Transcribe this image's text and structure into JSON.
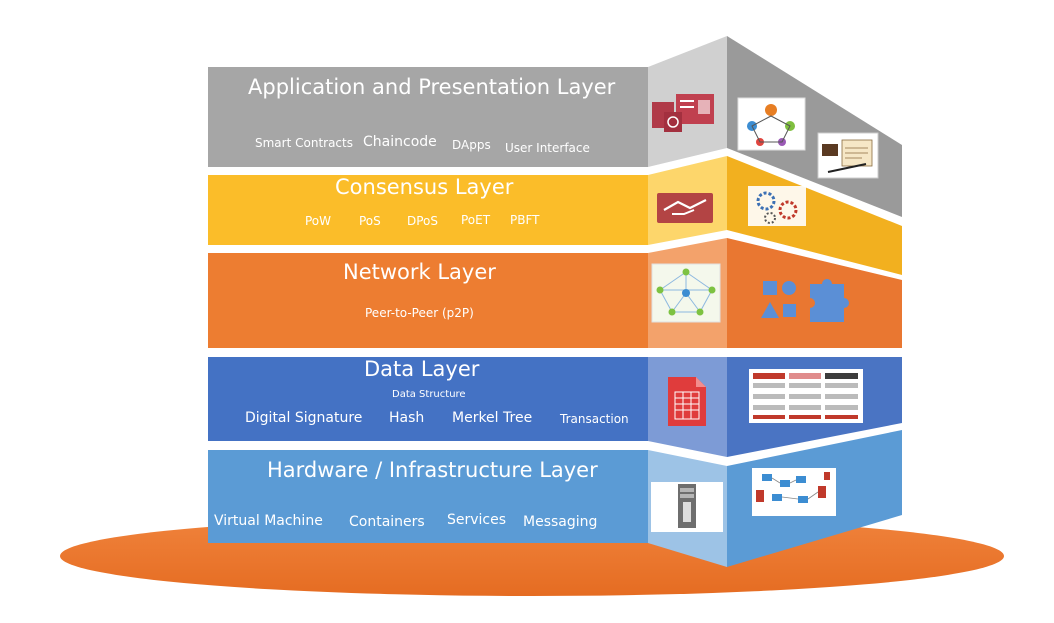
{
  "layers": [
    {
      "title": "Application and Presentation Layer",
      "items": [
        "Smart Contracts",
        "Chaincode",
        "DApps",
        "User Interface"
      ],
      "color": "#A6A6A6",
      "icons": [
        "blocks-icon",
        "people-network-icon",
        "contract-signing-icon"
      ]
    },
    {
      "title": "Consensus Layer",
      "items": [
        "PoW",
        "PoS",
        "DPoS",
        "PoET",
        "PBFT"
      ],
      "color": "#FBBD29",
      "icons": [
        "handshake-icon",
        "money-gears-icon"
      ]
    },
    {
      "title": "Network Layer",
      "items": [
        "Peer-to-Peer  (p2P)"
      ],
      "color": "#ED7D31",
      "icons": [
        "peer-network-icon",
        "shapes-puzzle-icon"
      ]
    },
    {
      "title": "Data Layer",
      "subtitle": "Data Structure",
      "items": [
        "Digital Signature",
        "Hash",
        "Merkel Tree",
        "Transaction"
      ],
      "color": "#4472C4",
      "icons": [
        "spreadsheet-icon",
        "block-table-icon"
      ]
    },
    {
      "title": "Hardware / Infrastructure Layer",
      "items": [
        "Virtual Machine",
        "Containers",
        "Services",
        "Messaging"
      ],
      "color": "#5B9BD5",
      "icons": [
        "server-tower-icon",
        "infrastructure-diagram-icon"
      ]
    }
  ],
  "base_color": "#ED7D31"
}
